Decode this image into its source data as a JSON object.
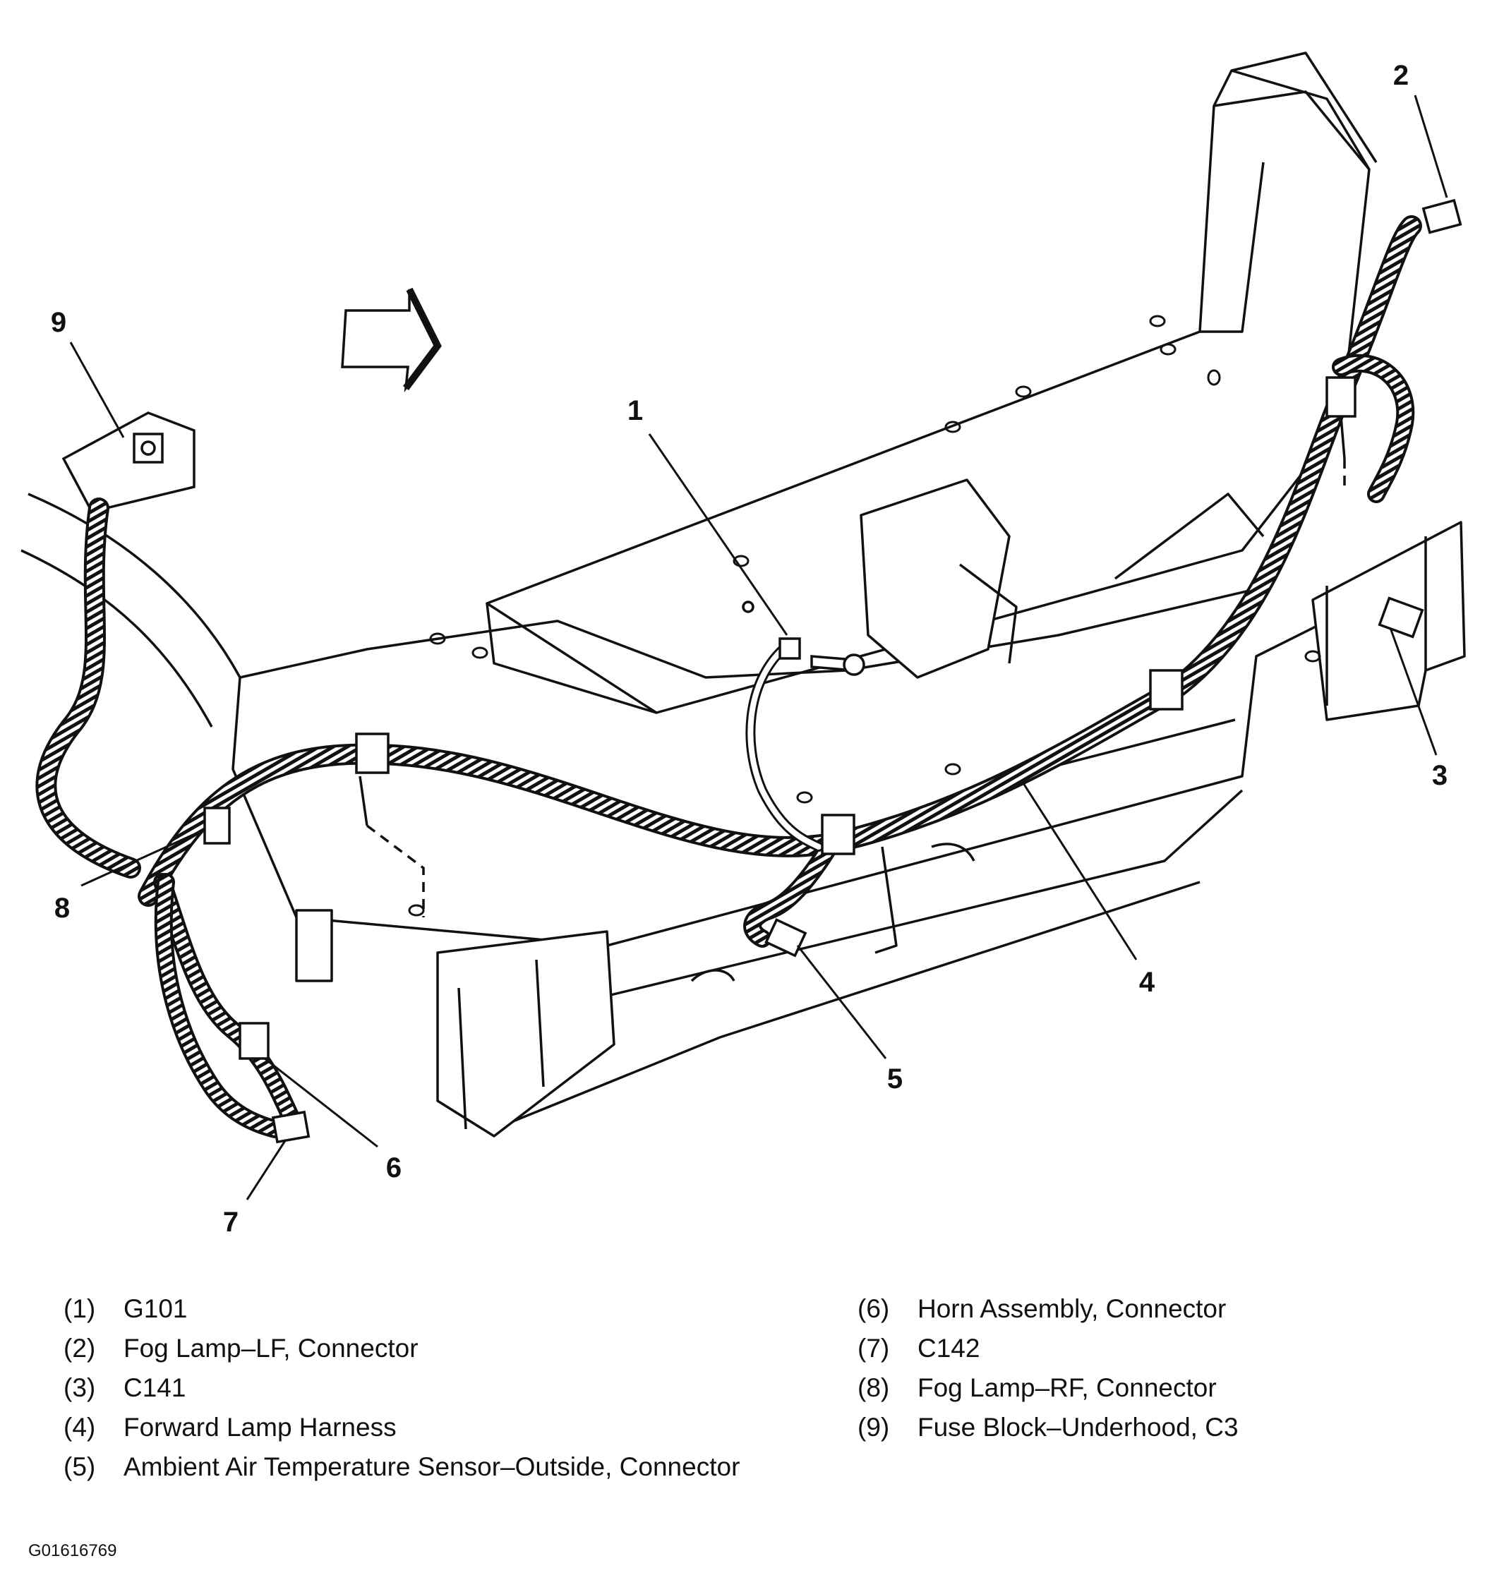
{
  "callouts": [
    "1",
    "2",
    "3",
    "4",
    "5",
    "6",
    "7",
    "8",
    "9"
  ],
  "legend": {
    "left": [
      {
        "num": "(1)",
        "text": "G101"
      },
      {
        "num": "(2)",
        "text": "Fog Lamp–LF, Connector"
      },
      {
        "num": "(3)",
        "text": "C141"
      },
      {
        "num": "(4)",
        "text": "Forward Lamp Harness"
      },
      {
        "num": "(5)",
        "text": "Ambient Air Temperature Sensor–Outside, Connector"
      }
    ],
    "right": [
      {
        "num": "(6)",
        "text": "Horn Assembly, Connector"
      },
      {
        "num": "(7)",
        "text": "C142"
      },
      {
        "num": "(8)",
        "text": "Fog Lamp–RF, Connector"
      },
      {
        "num": "(9)",
        "text": "Fuse Block–Underhood, C3"
      }
    ]
  },
  "figure_id": "G01616769"
}
